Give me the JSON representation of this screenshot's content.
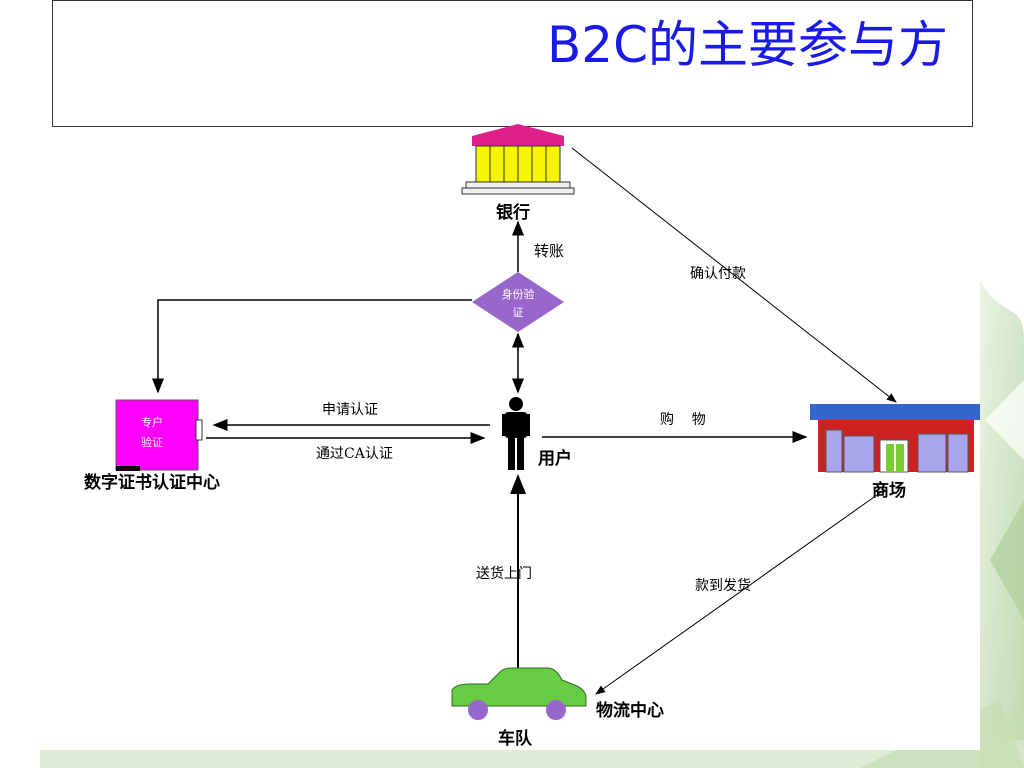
{
  "slide": {
    "title": "B2C的主要参与方"
  },
  "diagram": {
    "nodes": {
      "bank": "银行",
      "identity_check": "身份验证",
      "identity_check_line1": "身份验",
      "identity_check_line2": "证",
      "user": "用户",
      "ca_center": "数字证书认证中心",
      "ca_icon_line1": "专户",
      "ca_icon_line2": "验证",
      "mall": "商场",
      "logistics": "物流中心",
      "fleet": "车队"
    },
    "edges": {
      "transfer": "转账",
      "confirm_payment": "确认付款",
      "apply_cert": "申请认证",
      "pass_ca_cert": "通过CA认证",
      "shopping": "购    物",
      "deliver_after_payment": "款到发货",
      "door_delivery": "送货上门"
    },
    "colors": {
      "title": "#1a1ae6",
      "bank_roof": "#e0208a",
      "bank_columns": "#f5f500",
      "diamond": "#9966cc",
      "ca_box": "#ff00ff",
      "mall_roof": "#3366cc",
      "mall_body": "#cc2222",
      "car": "#66cc44",
      "wheels": "#9966cc"
    },
    "icons": {
      "bank": "bank-building-icon",
      "user": "person-icon",
      "ca": "certificate-box-icon",
      "mall": "storefront-icon",
      "car": "car-icon"
    }
  }
}
